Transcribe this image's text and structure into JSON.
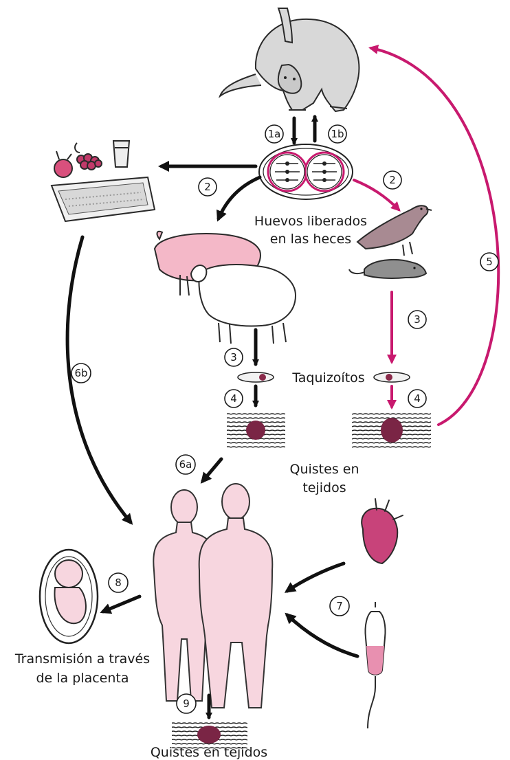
{
  "colors": {
    "primary": "#111111",
    "accent": "#c8196e",
    "human": "#f7d6df",
    "pig": "#f4b8c8"
  },
  "labels": {
    "eggs_line1": "Huevos liberados",
    "eggs_line2": "en las heces",
    "tachyzoites": "Taquizoítos",
    "cysts_line1": "Quistes en",
    "cysts_line2": "tejidos",
    "placenta_line1": "Transmisión a través",
    "placenta_line2": "de la placenta",
    "cysts_bottom": "Quistes en tejidos"
  },
  "steps": {
    "s1a": "1a",
    "s1b": "1b",
    "s2_left": "2",
    "s2_right": "2",
    "s3_left": "3",
    "s3_right": "3",
    "s4_left": "4",
    "s4_right": "4",
    "s5": "5",
    "s6a": "6a",
    "s6b": "6b",
    "s7": "7",
    "s8": "8",
    "s9": "9"
  },
  "icons": [
    "cat-icon",
    "oocyst-icon",
    "food-tray-icon",
    "pig-icon",
    "sheep-icon",
    "bird-icon",
    "rat-icon",
    "tachyzoite-icon",
    "tissue-cyst-icon",
    "human-female-icon",
    "human-male-icon",
    "heart-icon",
    "blood-bag-icon",
    "fetus-icon"
  ]
}
